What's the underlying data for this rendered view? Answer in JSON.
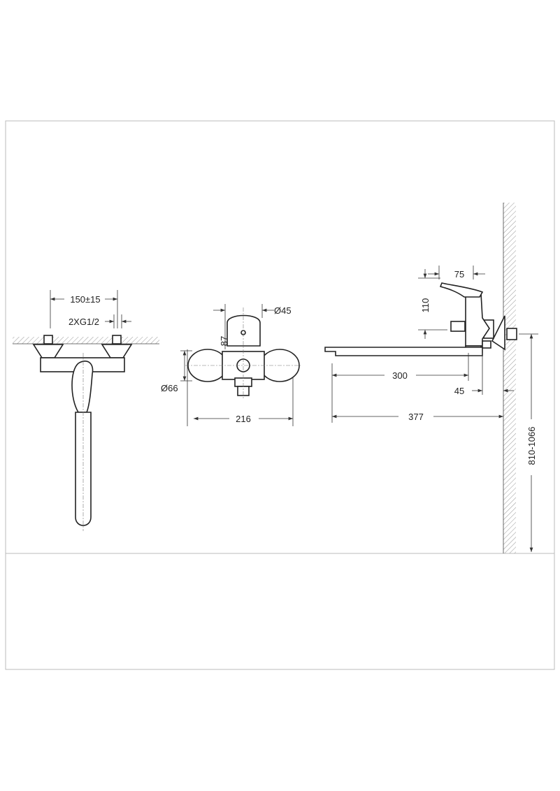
{
  "front_view": {
    "spacing_label": "150±15",
    "thread_label": "2XG1/2"
  },
  "top_view": {
    "handle_diameter_label": "Ø45",
    "handle_height_label": "87",
    "flange_diameter_label": "Ø66",
    "width_label": "216"
  },
  "side_view": {
    "handle_depth_label": "75",
    "handle_height_label": "110",
    "spout_length_label": "300",
    "wall_offset_label": "45",
    "total_reach_label": "377",
    "mount_height_label": "810-1066"
  },
  "colors": {
    "line": "#222222",
    "frame": "#bbbbbb",
    "hatch": "#999999"
  }
}
